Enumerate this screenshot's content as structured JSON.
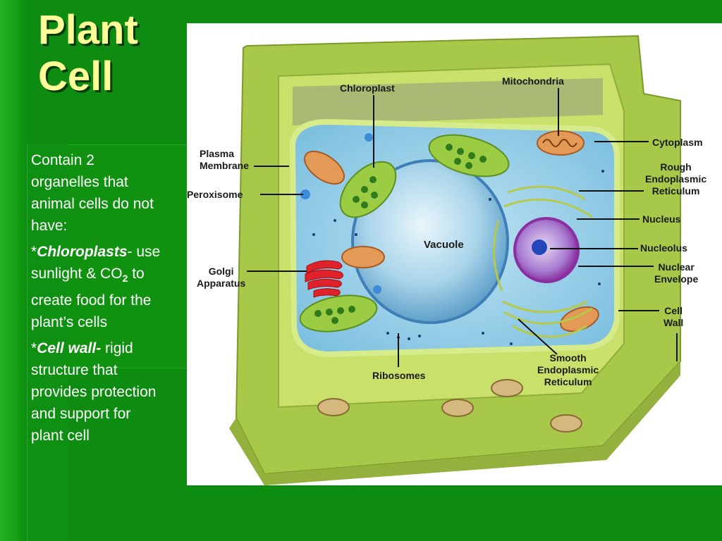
{
  "slide": {
    "title_line1": "Plant",
    "title_line2": "Cell",
    "intro": "Contain 2 organelles that animal cells do not have:",
    "points": [
      {
        "prefix": "*",
        "term": "Chloroplasts",
        "sep": "-",
        "text_before_sub": " use sunlight & CO",
        "sub": "2",
        "text_after_sub": " to create food for the plant’s cells"
      },
      {
        "prefix": "*",
        "term": "Cell wall-",
        "sep": "",
        "text_before_sub": " rigid structure that provides protection and support for plant cell",
        "sub": "",
        "text_after_sub": ""
      }
    ],
    "colors": {
      "background": "#0e8c12",
      "title": "#ffff99",
      "text": "#ffffff"
    }
  },
  "diagram": {
    "labels": {
      "chloroplast": "Chloroplast",
      "mitochondria": "Mitochondria",
      "cytoplasm": "Cytoplasm",
      "rough_er": [
        "Rough",
        "Endoplasmic",
        "Reticulum"
      ],
      "plasma_membrane": [
        "Plasma",
        "Membrane"
      ],
      "peroxisome": "Peroxisome",
      "nucleus": "Nucleus",
      "vacuole": "Vacuole",
      "nucleolus": "Nucleolus",
      "golgi": [
        "Golgi",
        "Apparatus"
      ],
      "nuclear_envelope": [
        "Nuclear",
        "Envelope"
      ],
      "cell_wall": [
        "Cell",
        "Wall"
      ],
      "ribosomes": "Ribosomes",
      "smooth_er": [
        "Smooth",
        "Endoplasmic",
        "Reticulum"
      ]
    }
  }
}
